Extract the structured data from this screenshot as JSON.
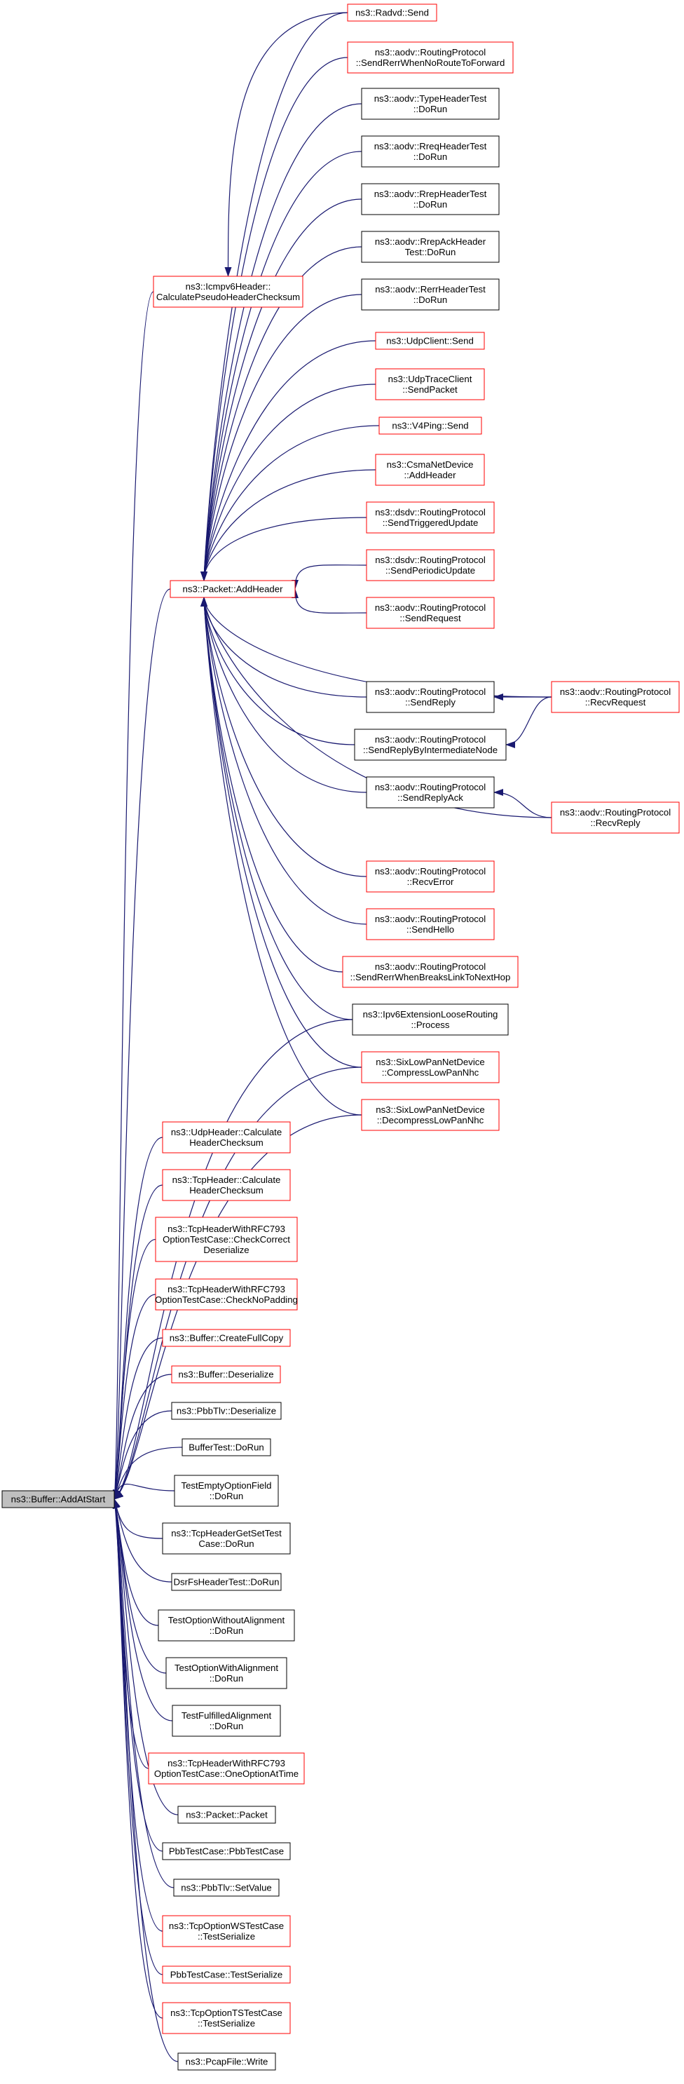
{
  "colors": {
    "edge": "#191970",
    "node_border_linked": "#ff0000",
    "node_border_plain": "#000000",
    "root_fill": "#bfbfbf",
    "background": "#ffffff"
  },
  "nodes": [
    {
      "id": "root",
      "lines": [
        "ns3::Buffer::AddAtStart"
      ],
      "style": "root"
    },
    {
      "id": "radvd",
      "lines": [
        "ns3::Radvd::Send"
      ],
      "style": "linked"
    },
    {
      "id": "aodv_rerr_noroute",
      "lines": [
        "ns3::aodv::RoutingProtocol",
        "::SendRerrWhenNoRouteToForward"
      ],
      "style": "linked"
    },
    {
      "id": "icmpv6",
      "lines": [
        "ns3::Icmpv6Header::",
        "CalculatePseudoHeaderChecksum"
      ],
      "style": "linked"
    },
    {
      "id": "typeheadertest",
      "lines": [
        "ns3::aodv::TypeHeaderTest",
        "::DoRun"
      ],
      "style": "plain"
    },
    {
      "id": "rreqheadertest",
      "lines": [
        "ns3::aodv::RreqHeaderTest",
        "::DoRun"
      ],
      "style": "plain"
    },
    {
      "id": "rrepheadertest",
      "lines": [
        "ns3::aodv::RrepHeaderTest",
        "::DoRun"
      ],
      "style": "plain"
    },
    {
      "id": "rrepackheadertest",
      "lines": [
        "ns3::aodv::RrepAckHeader",
        "Test::DoRun"
      ],
      "style": "plain"
    },
    {
      "id": "rerrheadertest",
      "lines": [
        "ns3::aodv::RerrHeaderTest",
        "::DoRun"
      ],
      "style": "plain"
    },
    {
      "id": "udpclient",
      "lines": [
        "ns3::UdpClient::Send"
      ],
      "style": "linked"
    },
    {
      "id": "udptraceclient",
      "lines": [
        "ns3::UdpTraceClient",
        "::SendPacket"
      ],
      "style": "linked"
    },
    {
      "id": "v4ping",
      "lines": [
        "ns3::V4Ping::Send"
      ],
      "style": "linked"
    },
    {
      "id": "csma",
      "lines": [
        "ns3::CsmaNetDevice",
        "::AddHeader"
      ],
      "style": "linked"
    },
    {
      "id": "dsdv_trig",
      "lines": [
        "ns3::dsdv::RoutingProtocol",
        "::SendTriggeredUpdate"
      ],
      "style": "linked"
    },
    {
      "id": "packet_addheader",
      "lines": [
        "ns3::Packet::AddHeader"
      ],
      "style": "linked"
    },
    {
      "id": "dsdv_periodic",
      "lines": [
        "ns3::dsdv::RoutingProtocol",
        "::SendPeriodicUpdate"
      ],
      "style": "linked"
    },
    {
      "id": "aodv_sendrequest",
      "lines": [
        "ns3::aodv::RoutingProtocol",
        "::SendRequest"
      ],
      "style": "linked"
    },
    {
      "id": "aodv_sendreply",
      "lines": [
        "ns3::aodv::RoutingProtocol",
        "::SendReply"
      ],
      "style": "plain"
    },
    {
      "id": "aodv_recvrequest",
      "lines": [
        "ns3::aodv::RoutingProtocol",
        "::RecvRequest"
      ],
      "style": "linked"
    },
    {
      "id": "aodv_sendreplyinter",
      "lines": [
        "ns3::aodv::RoutingProtocol",
        "::SendReplyByIntermediateNode"
      ],
      "style": "plain"
    },
    {
      "id": "aodv_sendreplyack",
      "lines": [
        "ns3::aodv::RoutingProtocol",
        "::SendReplyAck"
      ],
      "style": "plain"
    },
    {
      "id": "aodv_recvreply",
      "lines": [
        "ns3::aodv::RoutingProtocol",
        "::RecvReply"
      ],
      "style": "linked"
    },
    {
      "id": "aodv_recverror",
      "lines": [
        "ns3::aodv::RoutingProtocol",
        "::RecvError"
      ],
      "style": "linked"
    },
    {
      "id": "aodv_sendhello",
      "lines": [
        "ns3::aodv::RoutingProtocol",
        "::SendHello"
      ],
      "style": "linked"
    },
    {
      "id": "aodv_rerr_breaks",
      "lines": [
        "ns3::aodv::RoutingProtocol",
        "::SendRerrWhenBreaksLinkToNextHop"
      ],
      "style": "linked"
    },
    {
      "id": "ipv6loose",
      "lines": [
        "ns3::Ipv6ExtensionLooseRouting",
        "::Process"
      ],
      "style": "plain"
    },
    {
      "id": "sixlow_compress",
      "lines": [
        "ns3::SixLowPanNetDevice",
        "::CompressLowPanNhc"
      ],
      "style": "linked"
    },
    {
      "id": "sixlow_decompress",
      "lines": [
        "ns3::SixLowPanNetDevice",
        "::DecompressLowPanNhc"
      ],
      "style": "linked"
    },
    {
      "id": "udpheader",
      "lines": [
        "ns3::UdpHeader::Calculate",
        "HeaderChecksum"
      ],
      "style": "linked"
    },
    {
      "id": "tcpheader",
      "lines": [
        "ns3::TcpHeader::Calculate",
        "HeaderChecksum"
      ],
      "style": "linked"
    },
    {
      "id": "tcp793_checkcorrect",
      "lines": [
        "ns3::TcpHeaderWithRFC793",
        "OptionTestCase::CheckCorrect",
        "Deserialize"
      ],
      "style": "linked"
    },
    {
      "id": "tcp793_nopadding",
      "lines": [
        "ns3::TcpHeaderWithRFC793",
        "OptionTestCase::CheckNoPadding"
      ],
      "style": "linked"
    },
    {
      "id": "buffer_fullcopy",
      "lines": [
        "ns3::Buffer::CreateFullCopy"
      ],
      "style": "linked"
    },
    {
      "id": "buffer_deserialize",
      "lines": [
        "ns3::Buffer::Deserialize"
      ],
      "style": "linked"
    },
    {
      "id": "pbbtlv_deserialize",
      "lines": [
        "ns3::PbbTlv::Deserialize"
      ],
      "style": "plain"
    },
    {
      "id": "buffertest",
      "lines": [
        "BufferTest::DoRun"
      ],
      "style": "plain"
    },
    {
      "id": "testemptyoption",
      "lines": [
        "TestEmptyOptionField",
        "::DoRun"
      ],
      "style": "plain"
    },
    {
      "id": "tcpgetset",
      "lines": [
        "ns3::TcpHeaderGetSetTest",
        "Case::DoRun"
      ],
      "style": "plain"
    },
    {
      "id": "dsrfs",
      "lines": [
        "DsrFsHeaderTest::DoRun"
      ],
      "style": "plain"
    },
    {
      "id": "testoptwithout",
      "lines": [
        "TestOptionWithoutAlignment",
        "::DoRun"
      ],
      "style": "plain"
    },
    {
      "id": "testoptwith",
      "lines": [
        "TestOptionWithAlignment",
        "::DoRun"
      ],
      "style": "plain"
    },
    {
      "id": "testfulfilled",
      "lines": [
        "TestFulfilledAlignment",
        "::DoRun"
      ],
      "style": "plain"
    },
    {
      "id": "tcp793_oneoption",
      "lines": [
        "ns3::TcpHeaderWithRFC793",
        "OptionTestCase::OneOptionAtTime"
      ],
      "style": "linked"
    },
    {
      "id": "packet_ctor",
      "lines": [
        "ns3::Packet::Packet"
      ],
      "style": "plain"
    },
    {
      "id": "pbbtestcase",
      "lines": [
        "PbbTestCase::PbbTestCase"
      ],
      "style": "plain"
    },
    {
      "id": "pbbtlv_setvalue",
      "lines": [
        "ns3::PbbTlv::SetValue"
      ],
      "style": "plain"
    },
    {
      "id": "tcpoptws",
      "lines": [
        "ns3::TcpOptionWSTestCase",
        "::TestSerialize"
      ],
      "style": "linked"
    },
    {
      "id": "pbbtestserialize",
      "lines": [
        "PbbTestCase::TestSerialize"
      ],
      "style": "linked"
    },
    {
      "id": "tcpoptts",
      "lines": [
        "ns3::TcpOptionTSTestCase",
        "::TestSerialize"
      ],
      "style": "linked"
    },
    {
      "id": "pcapwrite",
      "lines": [
        "ns3::PcapFile::Write"
      ],
      "style": "plain"
    }
  ],
  "edges": [
    {
      "from": "radvd",
      "to": "icmpv6"
    },
    {
      "from": "radvd",
      "to": "packet_addheader"
    },
    {
      "from": "aodv_rerr_noroute",
      "to": "packet_addheader"
    },
    {
      "from": "typeheadertest",
      "to": "packet_addheader"
    },
    {
      "from": "rreqheadertest",
      "to": "packet_addheader"
    },
    {
      "from": "rrepheadertest",
      "to": "packet_addheader"
    },
    {
      "from": "rrepackheadertest",
      "to": "packet_addheader"
    },
    {
      "from": "rerrheadertest",
      "to": "packet_addheader"
    },
    {
      "from": "udpclient",
      "to": "packet_addheader"
    },
    {
      "from": "udptraceclient",
      "to": "packet_addheader"
    },
    {
      "from": "v4ping",
      "to": "packet_addheader"
    },
    {
      "from": "csma",
      "to": "packet_addheader"
    },
    {
      "from": "dsdv_trig",
      "to": "packet_addheader"
    },
    {
      "from": "dsdv_periodic",
      "to": "packet_addheader"
    },
    {
      "from": "aodv_sendrequest",
      "to": "packet_addheader"
    },
    {
      "from": "aodv_sendreply",
      "to": "packet_addheader"
    },
    {
      "from": "aodv_recvrequest",
      "to": "packet_addheader"
    },
    {
      "from": "aodv_sendreplyinter",
      "to": "packet_addheader"
    },
    {
      "from": "aodv_sendreplyack",
      "to": "packet_addheader"
    },
    {
      "from": "aodv_recvreply",
      "to": "packet_addheader"
    },
    {
      "from": "aodv_recverror",
      "to": "packet_addheader"
    },
    {
      "from": "aodv_sendhello",
      "to": "packet_addheader"
    },
    {
      "from": "aodv_rerr_breaks",
      "to": "packet_addheader"
    },
    {
      "from": "ipv6loose",
      "to": "packet_addheader"
    },
    {
      "from": "sixlow_compress",
      "to": "packet_addheader"
    },
    {
      "from": "sixlow_decompress",
      "to": "packet_addheader"
    },
    {
      "from": "aodv_recvrequest",
      "to": "aodv_sendreply"
    },
    {
      "from": "aodv_recvrequest",
      "to": "aodv_sendreplyinter"
    },
    {
      "from": "aodv_recvreply",
      "to": "aodv_sendreplyack"
    },
    {
      "from": "icmpv6",
      "to": "root"
    },
    {
      "from": "packet_addheader",
      "to": "root"
    },
    {
      "from": "ipv6loose",
      "to": "root"
    },
    {
      "from": "sixlow_compress",
      "to": "root"
    },
    {
      "from": "sixlow_decompress",
      "to": "root"
    },
    {
      "from": "udpheader",
      "to": "root"
    },
    {
      "from": "tcpheader",
      "to": "root"
    },
    {
      "from": "tcp793_checkcorrect",
      "to": "root"
    },
    {
      "from": "tcp793_nopadding",
      "to": "root"
    },
    {
      "from": "buffer_fullcopy",
      "to": "root"
    },
    {
      "from": "buffer_deserialize",
      "to": "root"
    },
    {
      "from": "pbbtlv_deserialize",
      "to": "root"
    },
    {
      "from": "buffertest",
      "to": "root"
    },
    {
      "from": "testemptyoption",
      "to": "root"
    },
    {
      "from": "tcpgetset",
      "to": "root"
    },
    {
      "from": "dsrfs",
      "to": "root"
    },
    {
      "from": "testoptwithout",
      "to": "root"
    },
    {
      "from": "testoptwith",
      "to": "root"
    },
    {
      "from": "testfulfilled",
      "to": "root"
    },
    {
      "from": "tcp793_oneoption",
      "to": "root"
    },
    {
      "from": "packet_ctor",
      "to": "root"
    },
    {
      "from": "pbbtestcase",
      "to": "root"
    },
    {
      "from": "pbbtlv_setvalue",
      "to": "root"
    },
    {
      "from": "tcpoptws",
      "to": "root"
    },
    {
      "from": "pbbtestserialize",
      "to": "root"
    },
    {
      "from": "tcpoptts",
      "to": "root"
    },
    {
      "from": "pcapwrite",
      "to": "root"
    }
  ]
}
